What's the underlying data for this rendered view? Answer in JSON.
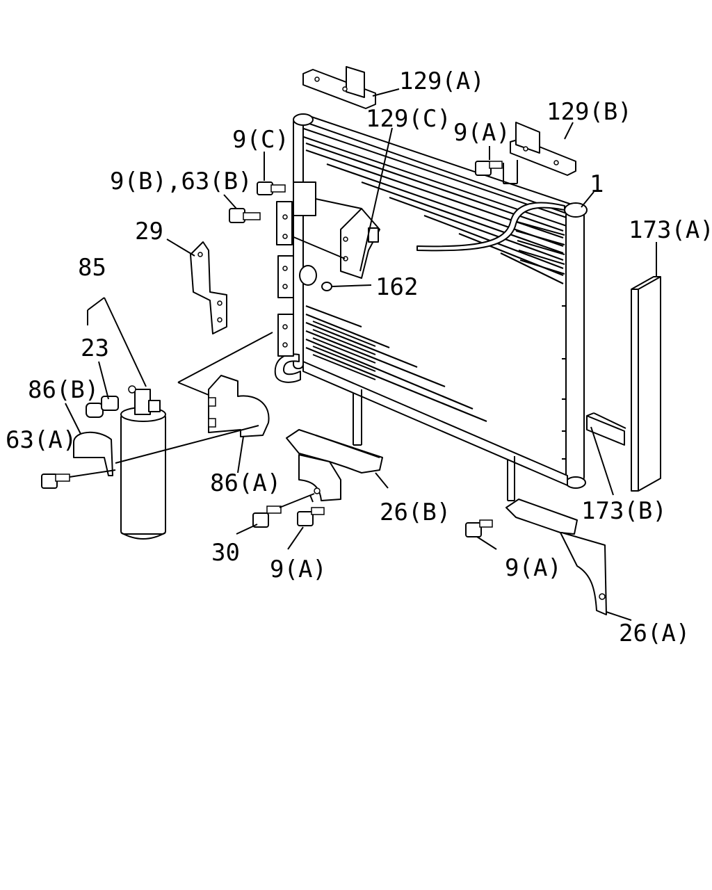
{
  "labels": {
    "l129a": "129(A)",
    "l129b": "129(B)",
    "l129c": "129(C)",
    "l9c": "9(C)",
    "l9a_top": "9(A)",
    "l9b63b": "9(B),63(B)",
    "l1": "1",
    "l173a": "173(A)",
    "l29": "29",
    "l85": "85",
    "l162": "162",
    "l23": "23",
    "l86b": "86(B)",
    "l63a": "63(A)",
    "l86a": "86(A)",
    "l26b": "26(B)",
    "l173b": "173(B)",
    "l30": "30",
    "l9a_mid": "9(A)",
    "l9a_right": "9(A)",
    "l26a": "26(A)"
  }
}
